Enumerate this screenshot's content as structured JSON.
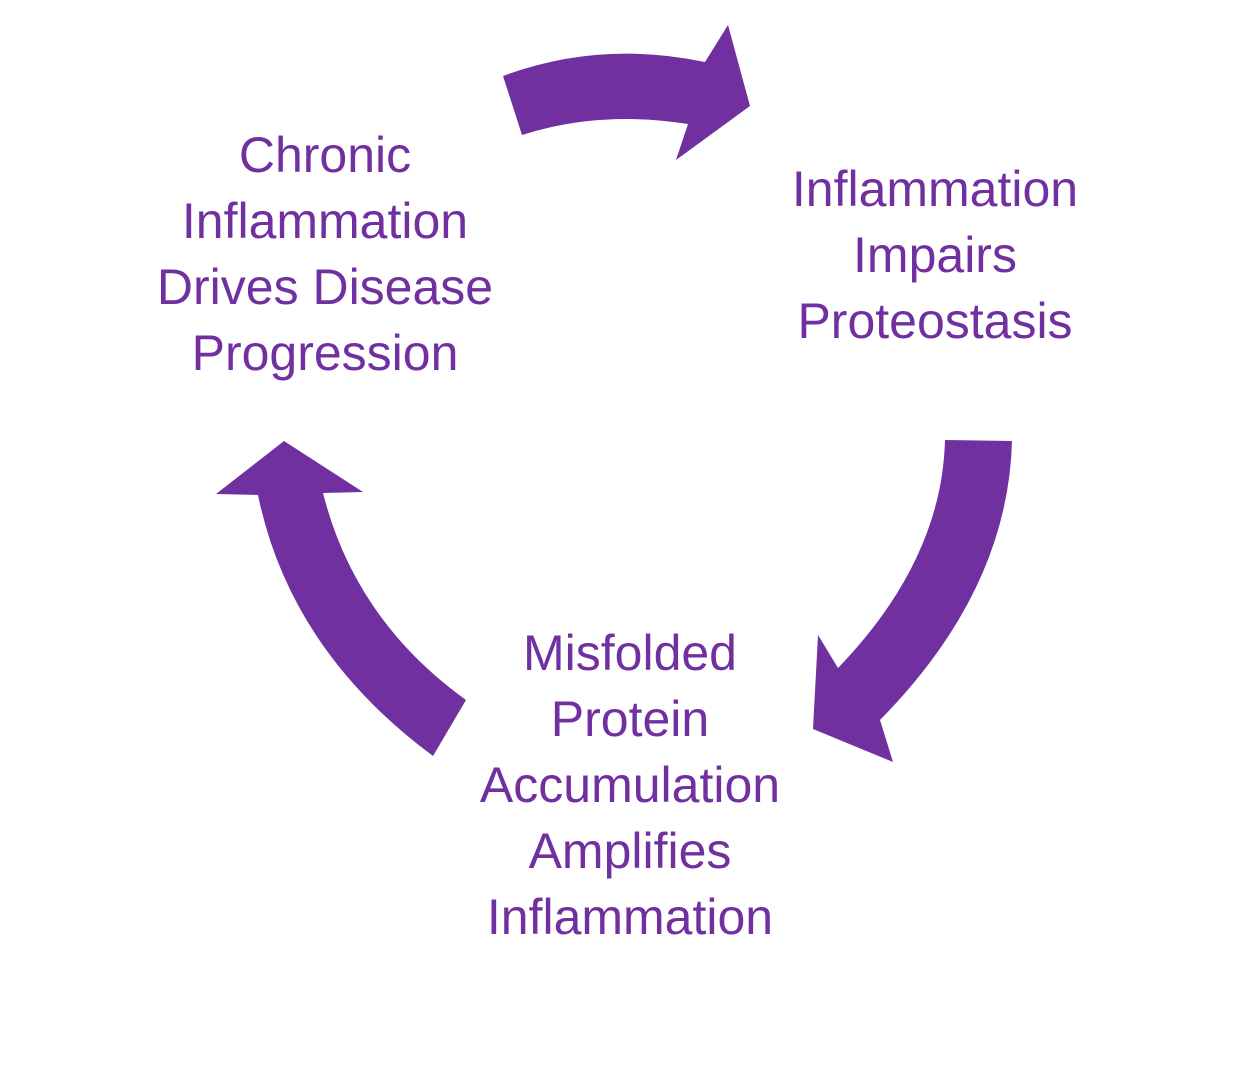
{
  "colors": {
    "accent": "#7030A0",
    "background": "#ffffff"
  },
  "nodes": [
    {
      "id": "chronic",
      "lines": [
        "Chronic",
        "Inflammation",
        "Drives Disease",
        "Progression"
      ]
    },
    {
      "id": "impairs",
      "lines": [
        "Inflammation",
        "Impairs",
        "Proteostasis"
      ]
    },
    {
      "id": "misfolded",
      "lines": [
        "Misfolded",
        "Protein",
        "Accumulation",
        "Amplifies",
        "Inflammation"
      ]
    }
  ],
  "arrows": [
    {
      "from": "chronic",
      "to": "impairs"
    },
    {
      "from": "impairs",
      "to": "misfolded"
    },
    {
      "from": "misfolded",
      "to": "chronic"
    }
  ]
}
